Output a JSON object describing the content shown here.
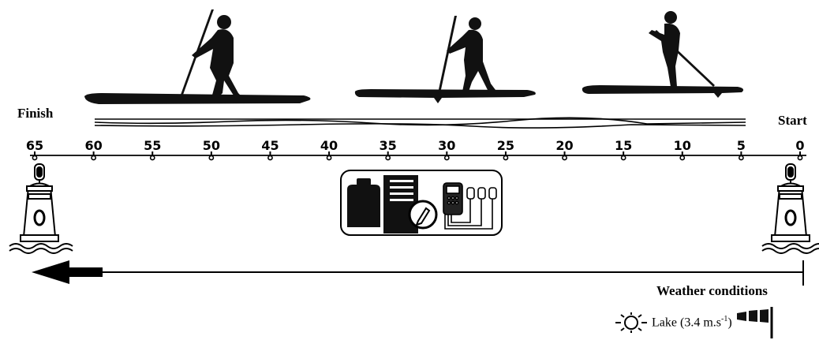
{
  "labels": {
    "finish": "Finish",
    "start": "Start",
    "weather_title": "Weather conditions",
    "weather_location": "Lake",
    "weather_value": "(3.4 m.s",
    "weather_exp": "-1",
    "weather_close": ")"
  },
  "scale": {
    "ticks": [
      "65",
      "60",
      "55",
      "50",
      "45",
      "40",
      "35",
      "30",
      "25",
      "20",
      "15",
      "10",
      "5",
      "0"
    ]
  },
  "icons": {
    "paddlers": [
      "paddler-kneeling-silhouette",
      "paddler-crouched-silhouette",
      "paddler-standing-silhouette"
    ],
    "equipment": [
      "weight-icon",
      "clipboard-icon",
      "pencil-icon",
      "gas-analyzer-icon"
    ],
    "weather": [
      "sun-icon",
      "windsock-icon"
    ],
    "buoys": [
      "finish-buoy-icon",
      "start-buoy-icon"
    ],
    "direction": "direction-arrow"
  }
}
